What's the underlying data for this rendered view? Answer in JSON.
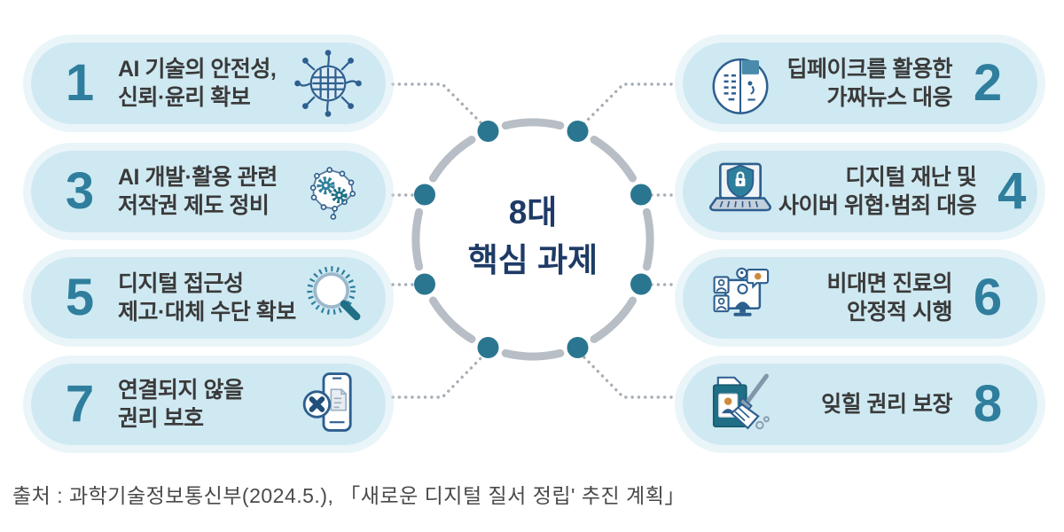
{
  "title": {
    "lines": [
      "8대",
      "핵심 과제"
    ]
  },
  "items": [
    {
      "number": "1",
      "icon": "ai-safety-icon",
      "lines": [
        "AI 기술의 안전성,",
        "신뢰·윤리 확보"
      ]
    },
    {
      "number": "2",
      "icon": "deepfake-face-icon",
      "lines": [
        "딥페이크를 활용한",
        "가짜뉴스 대응"
      ]
    },
    {
      "number": "3",
      "icon": "brain-gears-icon",
      "lines": [
        "AI 개발·활용 관련",
        "저작권 제도 정비"
      ]
    },
    {
      "number": "4",
      "icon": "laptop-shield-icon",
      "lines": [
        "디지털 재난 및",
        "사이버 위협·범죄 대응"
      ]
    },
    {
      "number": "5",
      "icon": "magnifier-accessibility-icon",
      "lines": [
        "디지털 접근성",
        "제고·대체 수단 확보"
      ]
    },
    {
      "number": "6",
      "icon": "telemedicine-icon",
      "lines": [
        "비대면 진료의",
        "안정적 시행"
      ]
    },
    {
      "number": "7",
      "icon": "phone-disconnect-icon",
      "lines": [
        "연결되지 않을",
        "권리 보호"
      ]
    },
    {
      "number": "8",
      "icon": "erase-record-icon",
      "lines": [
        "잊힐 권리 보장"
      ]
    }
  ],
  "source": "출처 : 과학기술정보통신부(2024.5.), 「새로운 디지털 질서 정립' 추진 계획」",
  "colors": {
    "pill_background": "#cfe9f2",
    "pill_halo": "#e9f5fa",
    "number": "#2f7e9d",
    "task_text": "#3a3a3a",
    "ring_arc": "#b7bec5",
    "ring_dot": "#2a7690",
    "connector": "#a7aeb5",
    "center_text": "#1e3a66",
    "source_text": "#4a4a4a",
    "icon_navy": "#2d5f8f",
    "icon_teal": "#2e7f9b",
    "icon_orange": "#cd8a3a"
  }
}
